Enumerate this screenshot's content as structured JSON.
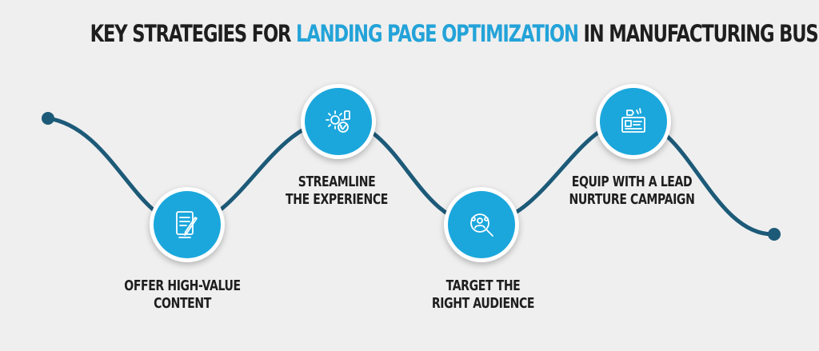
{
  "title": {
    "prefix": "KEY STRATEGIES FOR ",
    "highlight": "LANDING PAGE OPTIMIZATION",
    "suffix": " IN MANUFACTURING BUSINESSES"
  },
  "colors": {
    "accent": "#23a3d8",
    "circle": "#1ba7dc",
    "wave": "#1c5a78",
    "text": "#1e1e1e",
    "background": "#efefef"
  },
  "steps": [
    {
      "line1": "OFFER HIGH-VALUE",
      "line2": "CONTENT",
      "icon": "document-pen-icon"
    },
    {
      "line1": "STREAMLINE",
      "line2": "THE EXPERIENCE",
      "icon": "gear-check-icon"
    },
    {
      "line1": "TARGET THE",
      "line2": "RIGHT AUDIENCE",
      "icon": "audience-search-icon"
    },
    {
      "line1": "EQUIP WITH A LEAD",
      "line2": "NURTURE CAMPAIGN",
      "icon": "campaign-board-icon"
    }
  ]
}
